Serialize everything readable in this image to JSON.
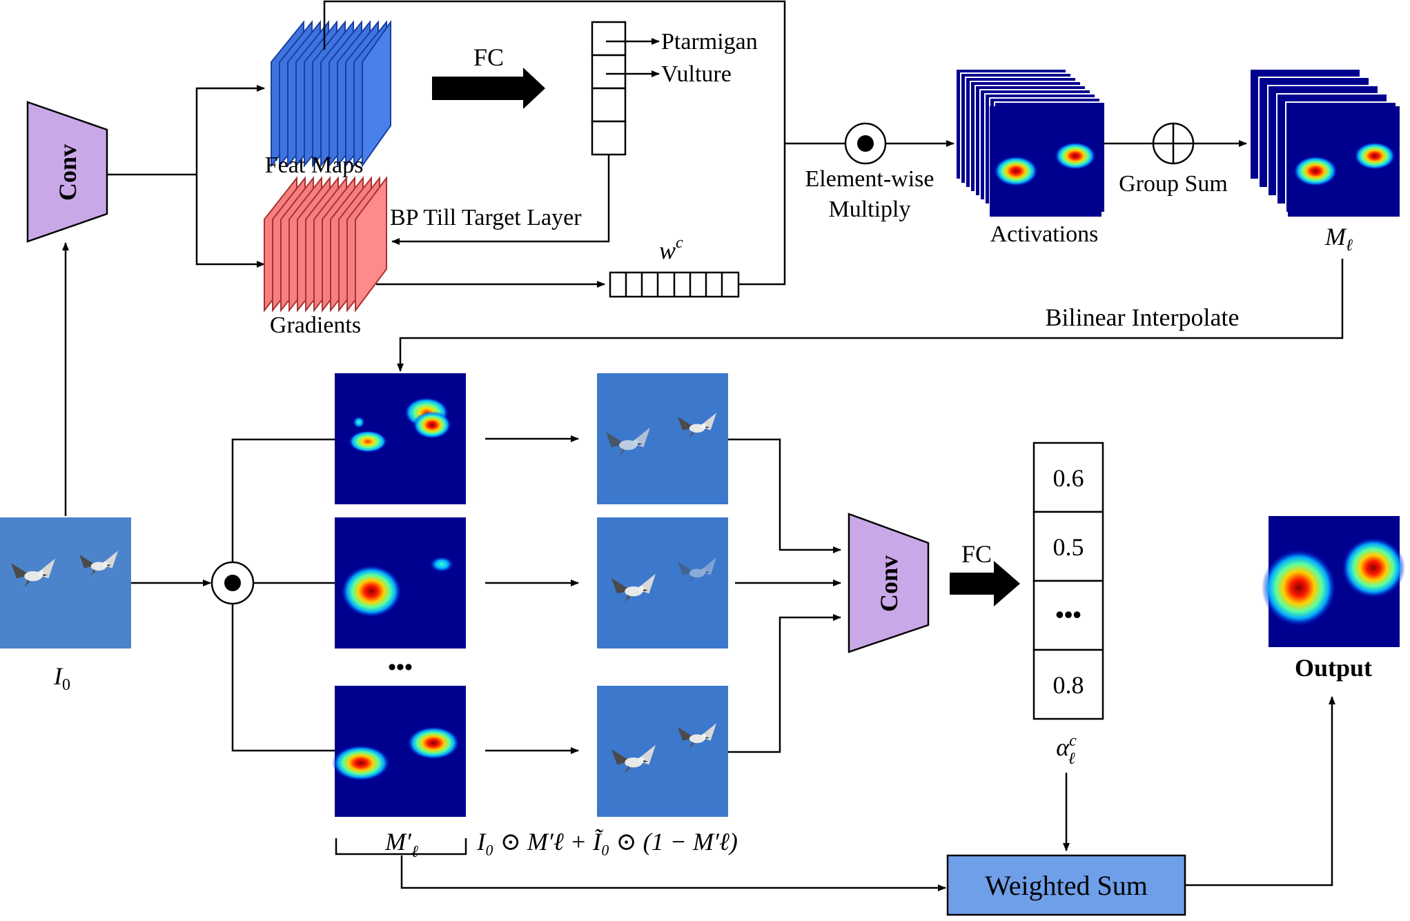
{
  "labels": {
    "conv_top": "Conv",
    "conv_bottom": "Conv",
    "feat_maps": "Feat Maps",
    "gradients": "Gradients",
    "fc_top": "FC",
    "fc_bottom": "FC",
    "class_1": "Ptarmigan",
    "class_2": "Vulture",
    "bp_till_target": "BP Till Target Layer",
    "weight_vector": "w",
    "weight_superscript": "c",
    "element_wise_1": "Element-wise",
    "element_wise_2": "Multiply",
    "activations": "Activations",
    "group_sum": "Group Sum",
    "m_l": "M",
    "m_l_sub": "ℓ",
    "bilinear_interpolate": "Bilinear Interpolate",
    "input_label": "I",
    "input_sub": "0",
    "ellipsis_maps": "•••",
    "m_l_prime": "M′",
    "m_l_prime_sub": "ℓ",
    "formula": "I₀ ⊙ M′ℓ + Ĩ₀ ⊙ (1 − M′ℓ)",
    "alpha": "α",
    "alpha_sup": "c",
    "alpha_sub": "ℓ",
    "weighted_sum": "Weighted Sum",
    "output": "Output"
  },
  "score_values": [
    "0.6",
    "0.5",
    "•••",
    "0.8"
  ],
  "colors": {
    "conv_fill": "#c9a8e8",
    "feat_map_fill": "#3e74e0",
    "gradient_fill": "#f77f80",
    "heatmap_bg": "#00008f",
    "masked_bg": "#3c78cc",
    "weighted_sum_fill": "#6f9fe9"
  }
}
